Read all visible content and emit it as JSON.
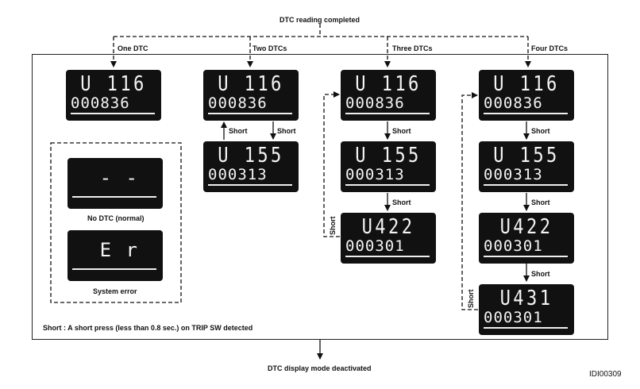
{
  "top_label": "DTC reading completed",
  "bottom_label": "DTC display mode deactivated",
  "figure_id": "IDI00309",
  "branches": [
    "One DTC",
    "Two DTCs",
    "Three DTCs",
    "Four DTCs"
  ],
  "short_label": "Short",
  "note": "Short : A short press (less than 0.8 sec.) on TRIP SW detected",
  "displays": {
    "one": [
      {
        "code": "U 116",
        "value": "000836"
      }
    ],
    "two": [
      {
        "code": "U 116",
        "value": "000836"
      },
      {
        "code": "U 155",
        "value": "000313"
      }
    ],
    "three": [
      {
        "code": "U 116",
        "value": "000836"
      },
      {
        "code": "U 155",
        "value": "000313"
      },
      {
        "code": "U422",
        "value": "000301"
      }
    ],
    "four": [
      {
        "code": "U 116",
        "value": "000836"
      },
      {
        "code": "U 155",
        "value": "000313"
      },
      {
        "code": "U422",
        "value": "000301"
      },
      {
        "code": "U431",
        "value": "000301"
      }
    ]
  },
  "special": [
    {
      "code": "- -",
      "caption": "No DTC (normal)"
    },
    {
      "code": "E r",
      "caption": "System error"
    }
  ]
}
